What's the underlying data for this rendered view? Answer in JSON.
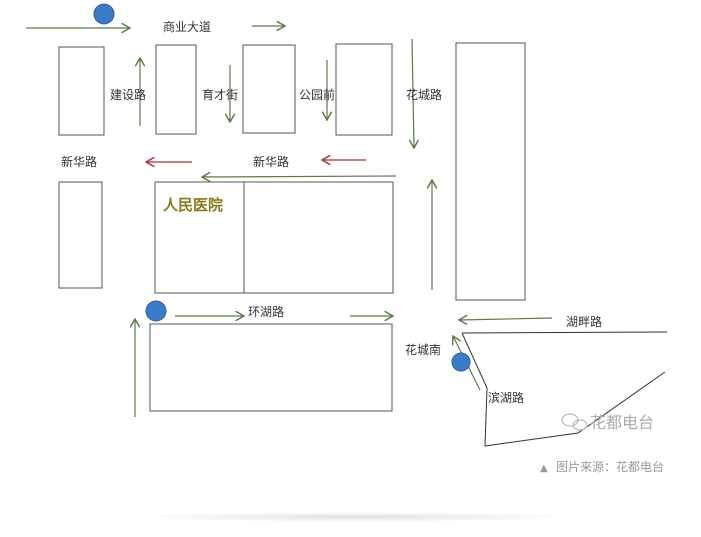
{
  "roads": {
    "shangye": "商业大道",
    "jianshe": "建设路",
    "yucai": "育才街",
    "gongyuan": "公园前",
    "huacheng": "花城路",
    "xinhua_west": "新华路",
    "xinhua_east": "新华路",
    "huanhu": "环湖路",
    "hupan": "湖畔路",
    "huacheng_south": "花城南",
    "binhu": "滨湖路"
  },
  "landmark": "人民医院",
  "watermark": "花都电台",
  "caption": {
    "icon": "▲",
    "text": "图片来源：花都电台"
  },
  "colors": {
    "marker": "#3b7cc9",
    "arrow_green": "#5a7a4a",
    "arrow_red": "#a33333",
    "landmark": "#8b7a1a"
  }
}
